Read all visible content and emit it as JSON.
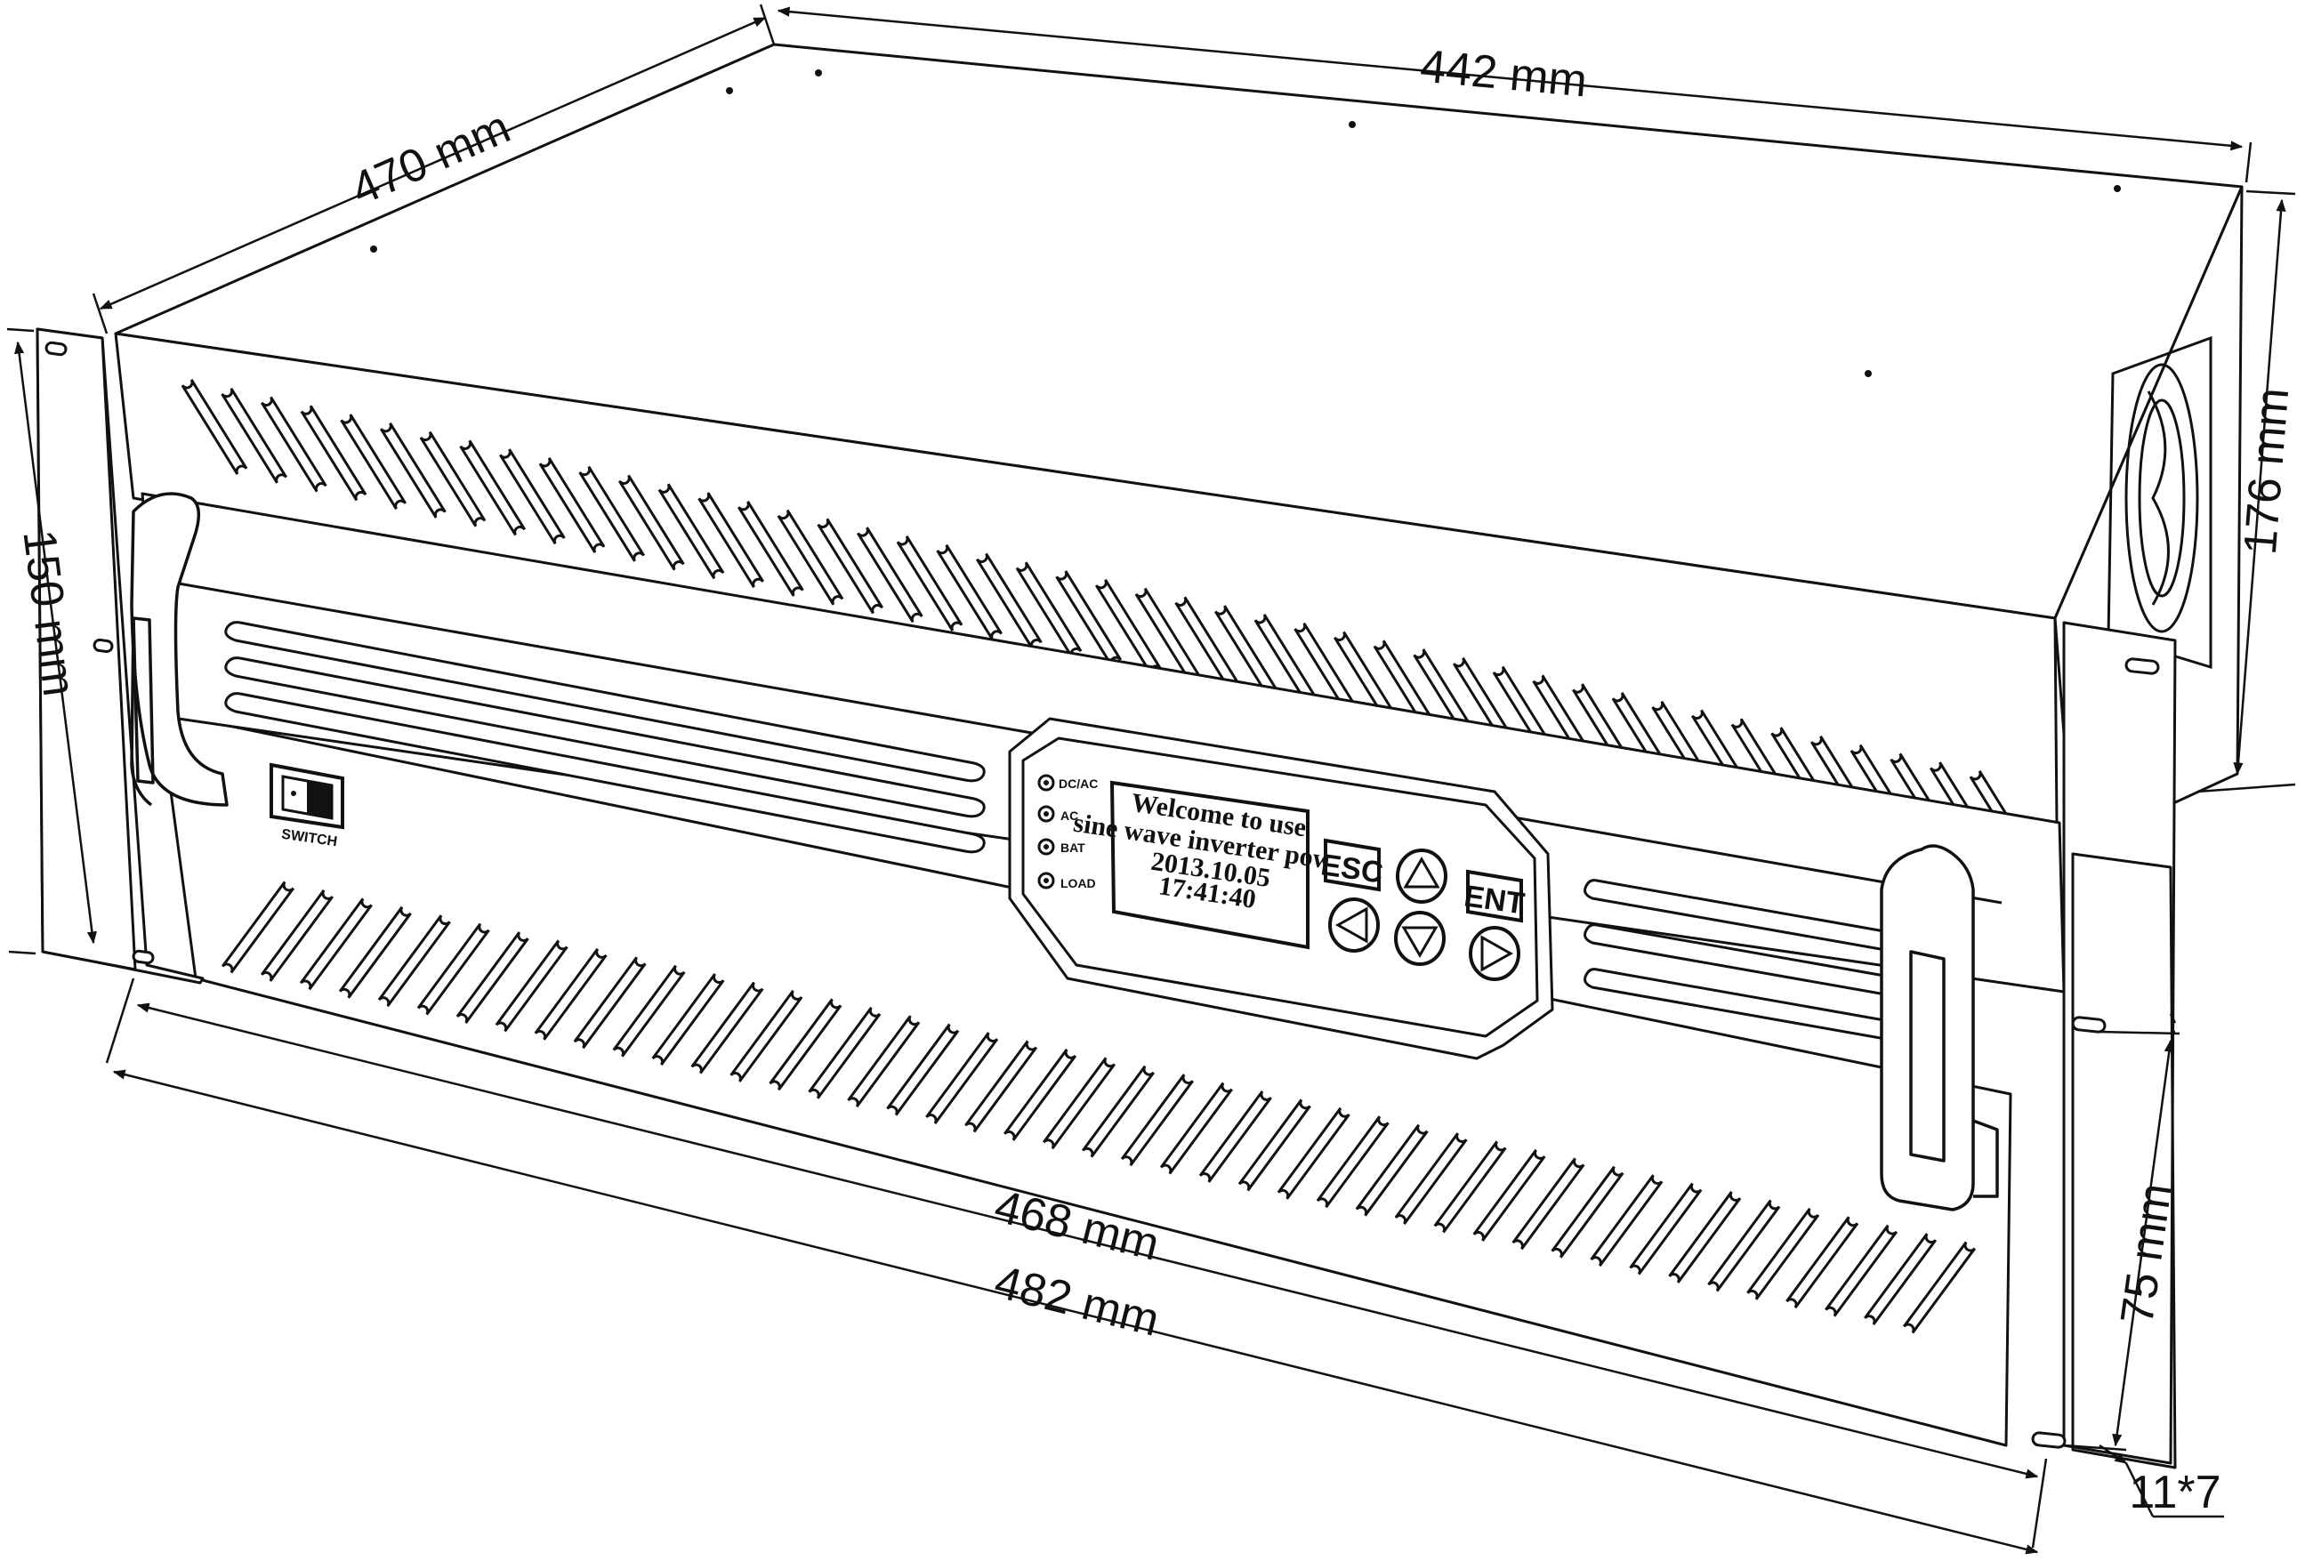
{
  "dimensions": {
    "depth": "470 mm",
    "width_top": "442 mm",
    "height_right": "176 mm",
    "height_left": "150 mm",
    "width_inner": "468 mm",
    "width_outer": "482 mm",
    "hole_spacing": "75 mm",
    "hole_size": "11*7"
  },
  "front_panel": {
    "switch_label": "SWITCH",
    "indicators": [
      "DC/AC",
      "AC",
      "BAT",
      "LOAD"
    ],
    "display": {
      "line1": "Welcome to use",
      "line2": "sine wave inverter power",
      "line3": "2013.10.05",
      "line4": "17:41:40"
    },
    "buttons": {
      "esc": "ESC",
      "ent": "ENT"
    },
    "button_icons": [
      "up-arrow-icon",
      "left-arrow-icon",
      "down-arrow-icon",
      "right-arrow-icon"
    ]
  },
  "colors": {
    "line": "#111111",
    "fill": "#ffffff"
  }
}
